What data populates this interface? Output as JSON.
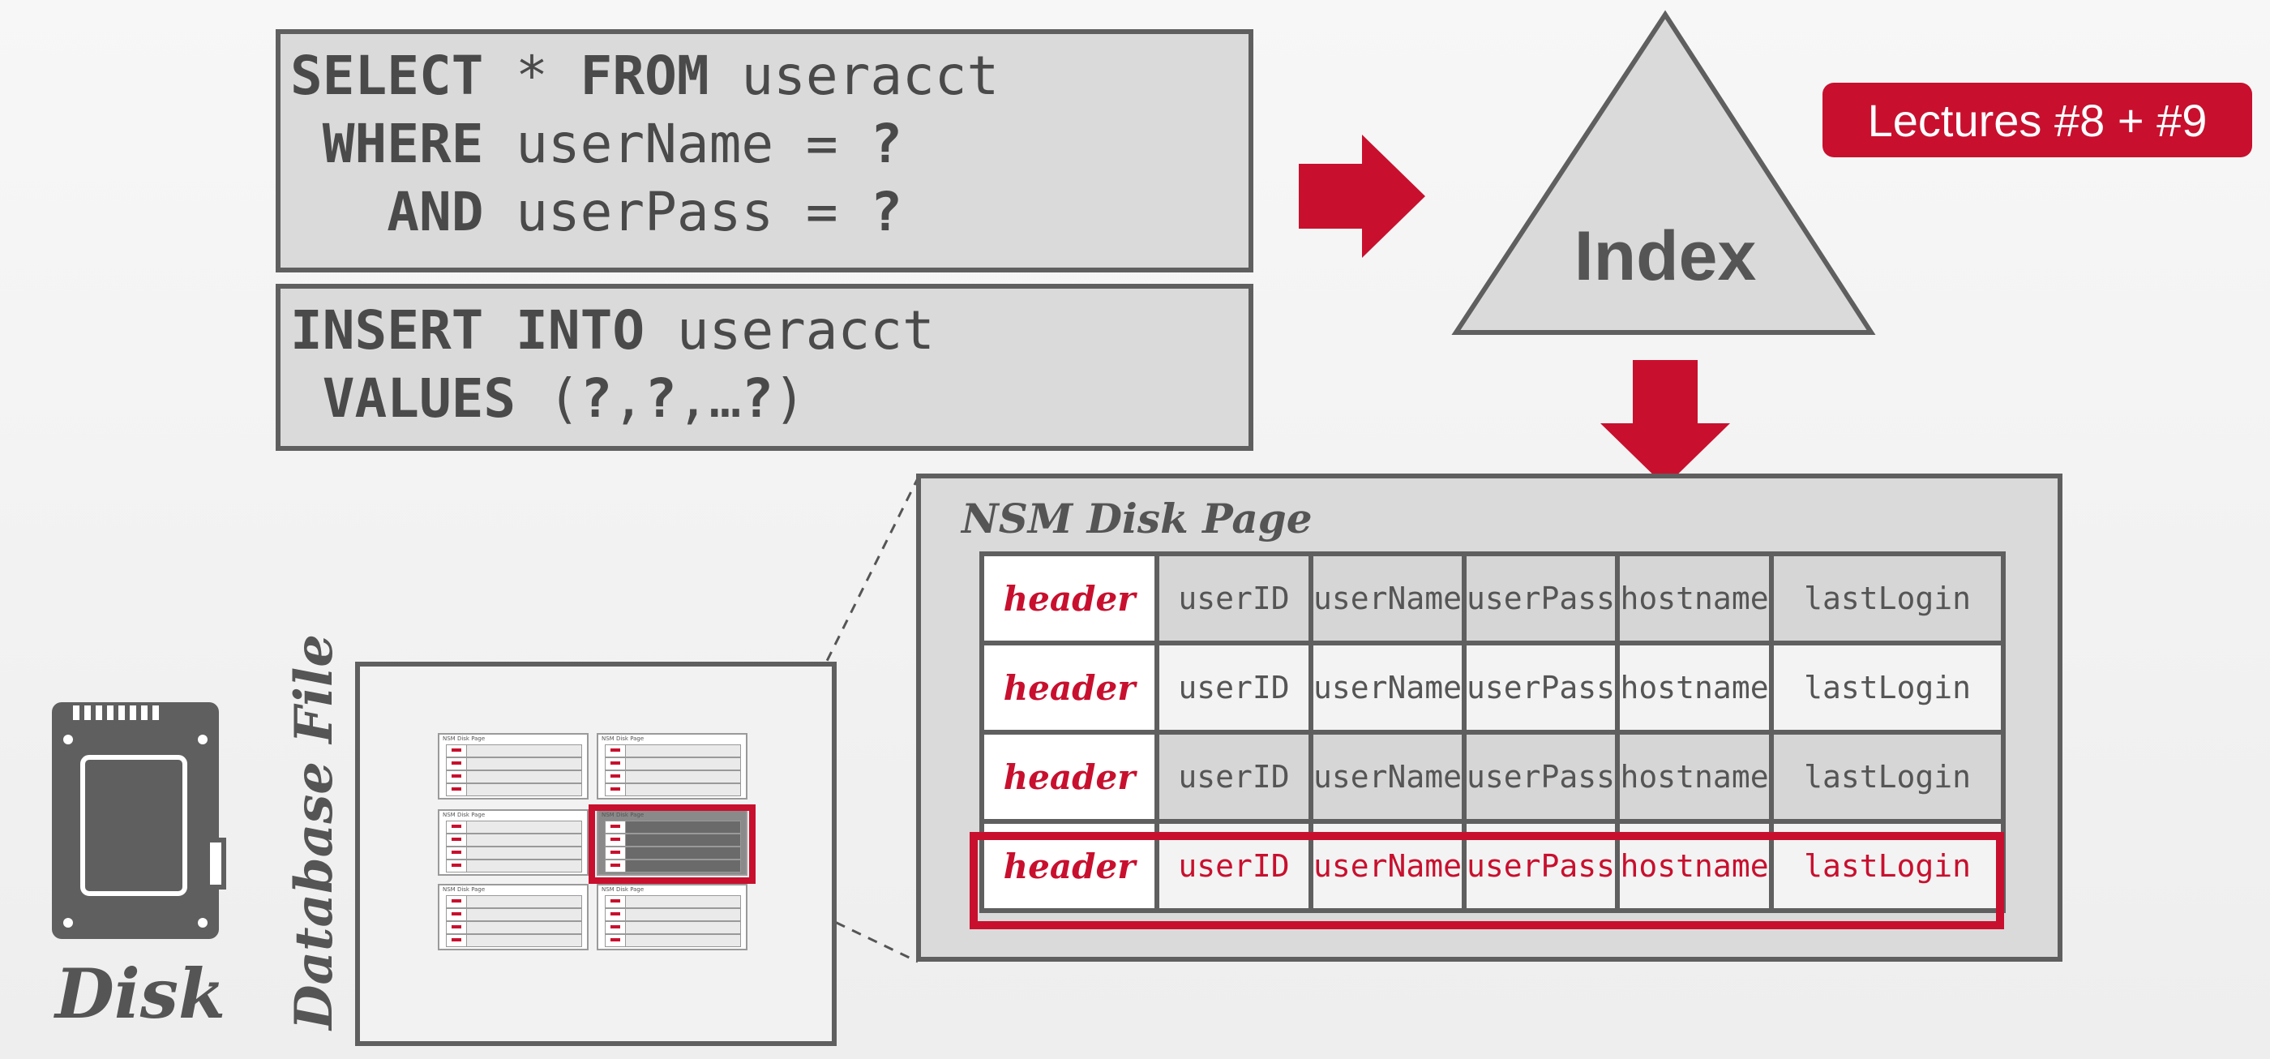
{
  "sql": {
    "select": {
      "kw_select": "SELECT",
      "star": "*",
      "kw_from": "FROM",
      "table": "useracct",
      "kw_where": "WHERE",
      "col_user": "userName",
      "eq1": "=",
      "q1": "?",
      "kw_and": "AND",
      "col_pass": "userPass",
      "eq2": "=",
      "q2": "?"
    },
    "insert": {
      "kw_insert": "INSERT INTO",
      "table": "useracct",
      "kw_values": "VALUES",
      "open": "(",
      "q1": "?",
      "comma1": ",",
      "q2": "?",
      "sep": ",…",
      "q3": "?",
      "close": ")"
    }
  },
  "index_label": "Index",
  "lecture_badge": "Lectures #8 + #9",
  "nsm_page": {
    "title": "NSM Disk Page",
    "rows": [
      {
        "header": "header",
        "cells": [
          "userID",
          "userName",
          "userPass",
          "hostname",
          "lastLogin"
        ]
      },
      {
        "header": "header",
        "cells": [
          "userID",
          "userName",
          "userPass",
          "hostname",
          "lastLogin"
        ]
      },
      {
        "header": "header",
        "cells": [
          "userID",
          "userName",
          "userPass",
          "hostname",
          "lastLogin"
        ]
      },
      {
        "header": "header",
        "cells": [
          "userID",
          "userName",
          "userPass",
          "hostname",
          "lastLogin"
        ]
      }
    ],
    "highlighted_row": 3
  },
  "database_file_label": "Database File",
  "mini_page_title": "NSM Disk Page",
  "disk_label": "Disk",
  "colors": {
    "accent": "#c8102e",
    "box_fill": "#dadada",
    "border": "#5f5f5f",
    "text": "#4a4a4a"
  }
}
